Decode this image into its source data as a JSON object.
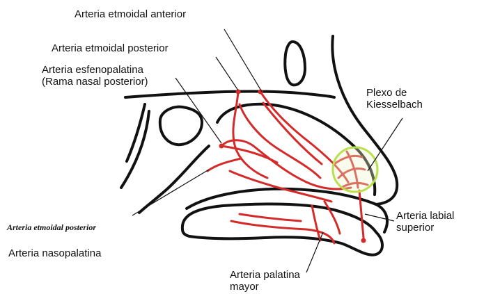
{
  "labels": {
    "etmoidal_anterior": "Arteria etmoidal anterior",
    "etmoidal_posterior_top": "Arteria etmoidal posterior",
    "esfenopalatina_line1": "Arteria esfenopalatina",
    "esfenopalatina_line2": "(Rama nasal posterior)",
    "kiesselbach_line1": "Plexo de",
    "kiesselbach_line2": "Kiesselbach",
    "etmoidal_posterior_italic": "Arteria etmoidal posterior",
    "nasopalatina": "Arteria nasopalatina",
    "labial_line1": "Arteria labial",
    "labial_line2": "superior",
    "palatina_line1": "Arteria palatina",
    "palatina_line2": "mayor"
  },
  "colors": {
    "outline": "#111111",
    "artery": "#d42a2a",
    "plexus_ring": "#b8e04a",
    "plexus_fill": "#eef7c8"
  }
}
